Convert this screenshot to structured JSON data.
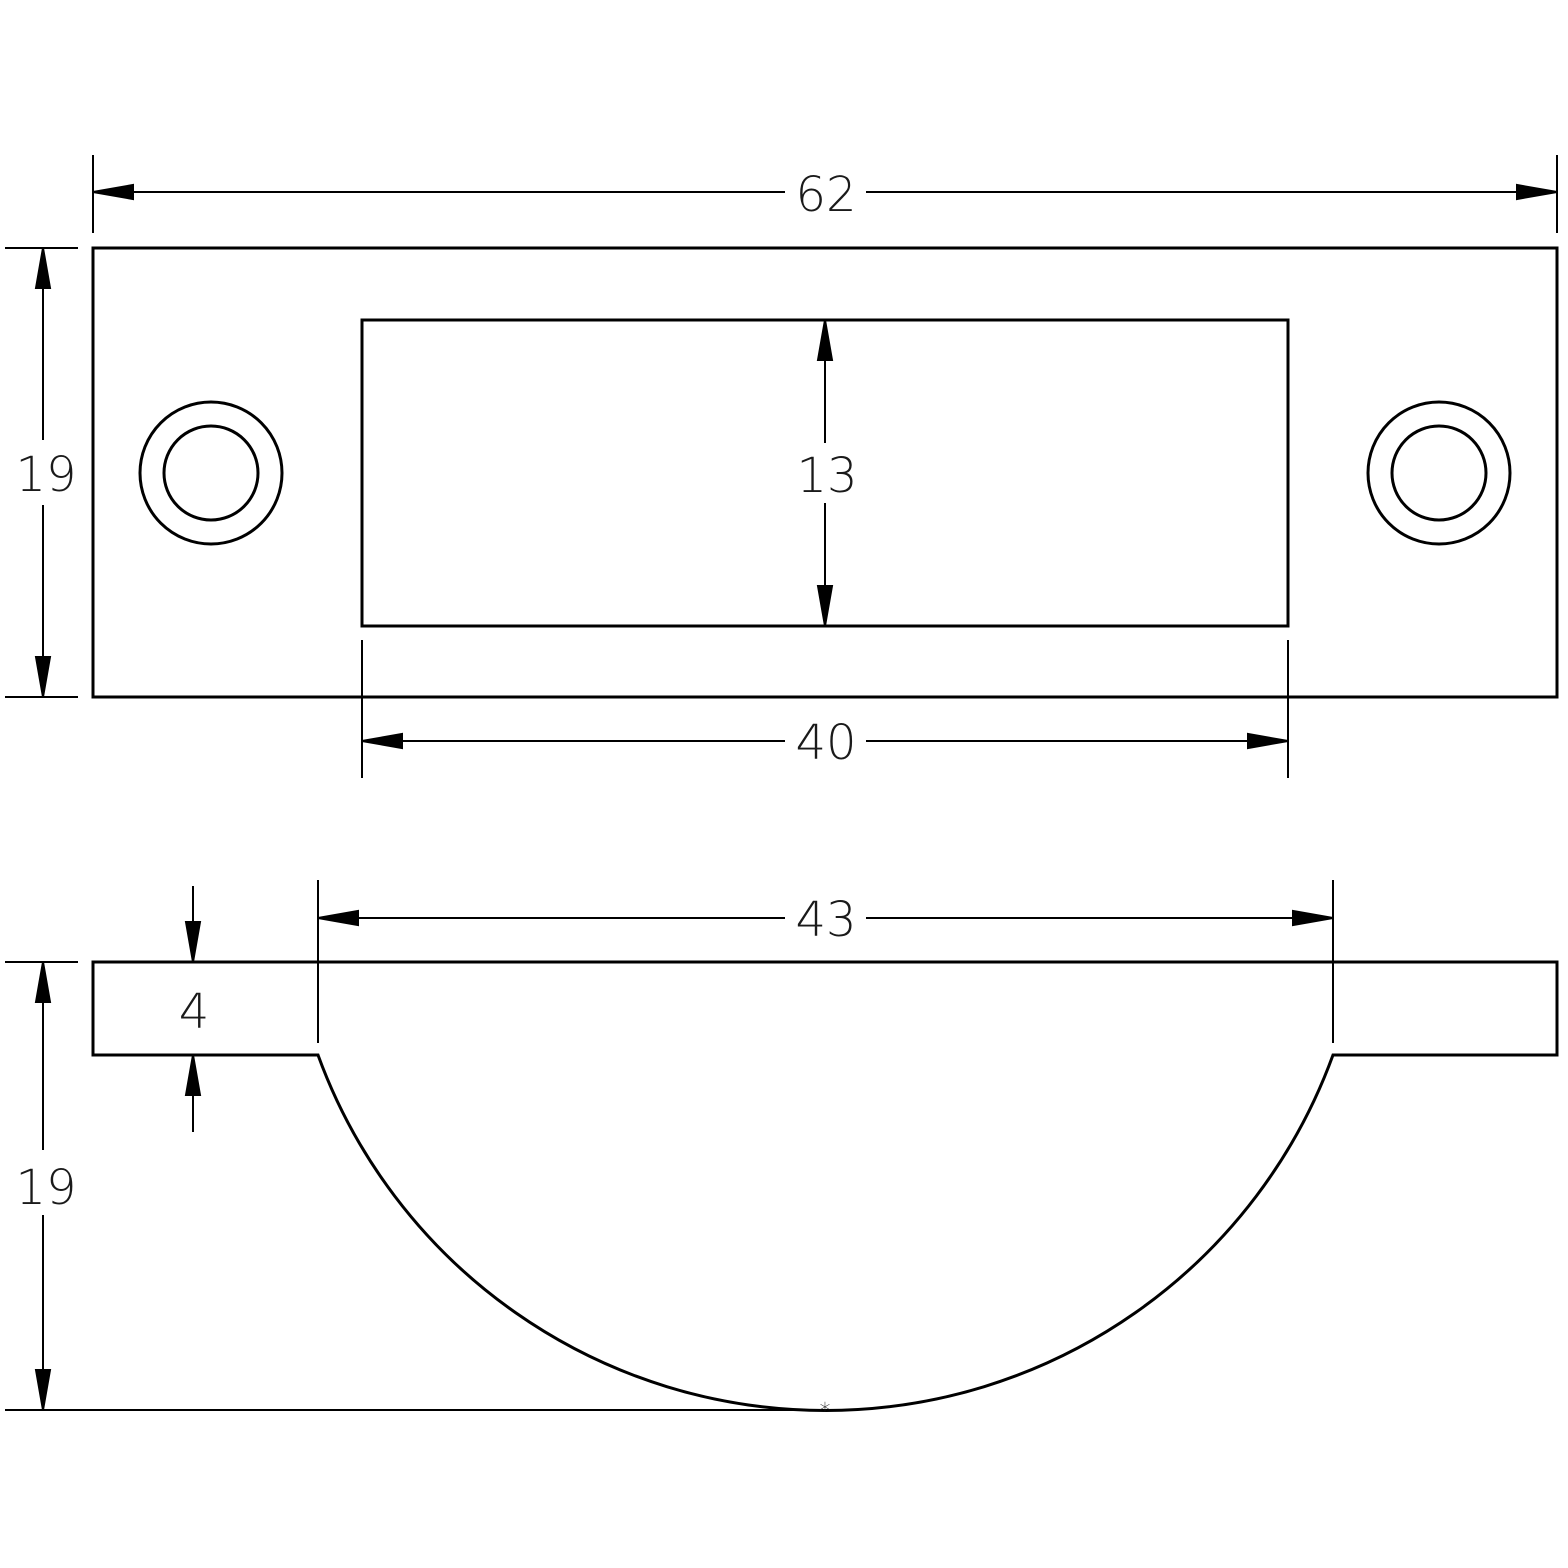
{
  "drawing": {
    "top_view": {
      "overall_width": "62",
      "overall_height": "19",
      "slot_height": "13",
      "slot_width": "40"
    },
    "side_view": {
      "cup_width": "43",
      "plate_thickness": "4",
      "overall_depth": "19"
    },
    "colors": {
      "line": "#000000",
      "text": "#1a1a1a"
    }
  }
}
